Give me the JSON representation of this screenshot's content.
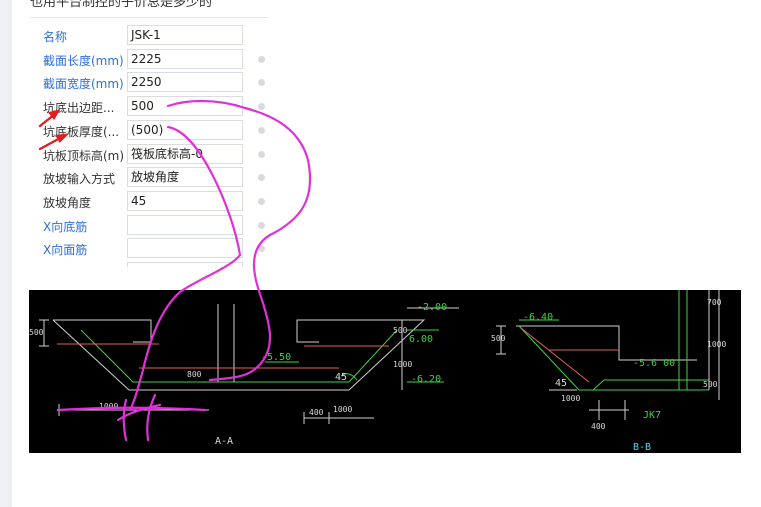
{
  "top_text": "也用平台制控的子价总是多少的",
  "properties": [
    {
      "label": "名称",
      "value": "JSK-1",
      "label_color": "blue",
      "dot": false
    },
    {
      "label": "截面长度(mm)",
      "value": "2225",
      "label_color": "blue",
      "dot": true
    },
    {
      "label": "截面宽度(mm)",
      "value": "2250",
      "label_color": "blue",
      "dot": true
    },
    {
      "label": "坑底出边距...",
      "value": "500",
      "label_color": "dark",
      "dot": true
    },
    {
      "label": "坑底板厚度(...",
      "value": "(500)",
      "label_color": "dark",
      "dot": true
    },
    {
      "label": "坑板顶标高(m)",
      "value": "筏板底标高-0",
      "label_color": "dark",
      "dot": true
    },
    {
      "label": "放坡输入方式",
      "value": "放坡角度",
      "label_color": "dark",
      "dot": true
    },
    {
      "label": "放坡角度",
      "value": "45",
      "label_color": "dark",
      "dot": true
    },
    {
      "label": "X向底筋",
      "value": "",
      "label_color": "blue",
      "dot": true
    },
    {
      "label": "X向面筋",
      "value": "",
      "label_color": "blue",
      "dot": true
    },
    {
      "label": "",
      "value": "",
      "label_color": "dark",
      "dot": false
    }
  ],
  "drawing": {
    "section_a_label": "A-A",
    "section_b_label": "B-B",
    "annotations": {
      "lvl_a1": "-2.00",
      "lvl_a2": "-5.50",
      "lvl_a3": "6.00",
      "lvl_a4": "-6.20",
      "ang_a": "45",
      "dim_a_left": "500",
      "dim_a_bottom": "400",
      "dim_a_bottom2": "1000",
      "dim_a_right": "500",
      "dim_a_right2": "1000",
      "dim_a_mid": "800",
      "dim_a_left_bottom": "1000",
      "lvl_b1": "-6.40",
      "lvl_b2": "-5.6 00",
      "dim_b_left": "500",
      "dim_b_1": "700",
      "dim_b_2": "1000",
      "dim_b_3": "500",
      "ang_b": "45",
      "dim_b_4": "1000",
      "dim_b_5": "400",
      "jk_label": "JK7"
    }
  },
  "colors": {
    "label_blue": "#2f6fd8",
    "label_dark": "#333333",
    "cad_bg": "#000000",
    "annotation_magenta": "#e030d8",
    "annotation_red": "#e02020"
  }
}
